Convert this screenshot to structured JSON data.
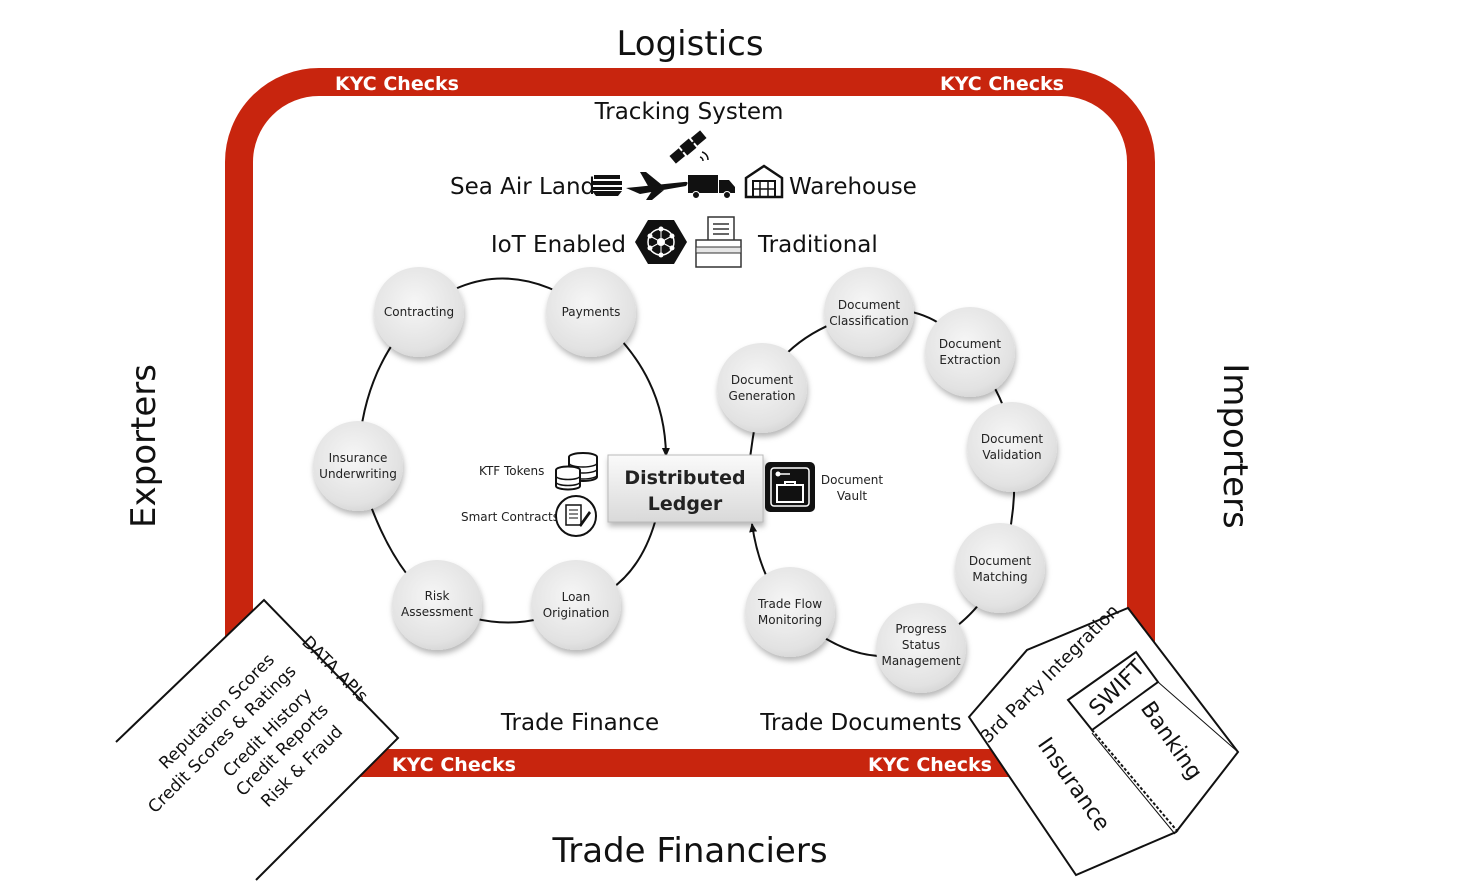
{
  "sides": {
    "top": "Logistics",
    "left": "Exporters",
    "right": "Importers",
    "bottom": "Trade Financiers"
  },
  "kyc": {
    "top_left": "KYC Checks",
    "top_right": "KYC Checks",
    "bottom_left": "KYC Checks",
    "bottom_right": "KYC Checks"
  },
  "logistics": {
    "tracking": "Tracking System",
    "transport": "Sea Air Land",
    "warehouse": "Warehouse",
    "iot": "IoT Enabled",
    "traditional": "Traditional"
  },
  "center": {
    "ledger_line1": "Distributed",
    "ledger_line2": "Ledger",
    "ktf_tokens": "KTF Tokens",
    "smart_contracts": "Smart Contracts",
    "vault_line1": "Document",
    "vault_line2": "Vault"
  },
  "trade_finance": {
    "title": "Trade Finance",
    "nodes": [
      {
        "id": "contracting",
        "lines": [
          "Contracting"
        ]
      },
      {
        "id": "payments",
        "lines": [
          "Payments"
        ]
      },
      {
        "id": "insurance-underwriting",
        "lines": [
          "Insurance",
          "Underwriting"
        ]
      },
      {
        "id": "risk-assessment",
        "lines": [
          "Risk",
          "Assessment"
        ]
      },
      {
        "id": "loan-origination",
        "lines": [
          "Loan",
          "Origination"
        ]
      }
    ]
  },
  "trade_documents": {
    "title": "Trade Documents",
    "nodes": [
      {
        "id": "document-classification",
        "lines": [
          "Document",
          "Classification"
        ]
      },
      {
        "id": "document-extraction",
        "lines": [
          "Document",
          "Extraction"
        ]
      },
      {
        "id": "document-generation",
        "lines": [
          "Document",
          "Generation"
        ]
      },
      {
        "id": "document-validation",
        "lines": [
          "Document",
          "Validation"
        ]
      },
      {
        "id": "document-matching",
        "lines": [
          "Document",
          "Matching"
        ]
      },
      {
        "id": "trade-flow-monitoring",
        "lines": [
          "Trade Flow",
          "Monitoring"
        ]
      },
      {
        "id": "progress-status-management",
        "lines": [
          "Progress",
          "Status",
          "Management"
        ]
      }
    ]
  },
  "data_apis": {
    "title": "DATA APIs",
    "items": [
      "Reputation Scores",
      "Credit Scores & Ratings",
      "Credit History",
      "Credit Reports",
      "Risk & Fraud"
    ]
  },
  "integration": {
    "title": "3rd Party Integration",
    "swift": "SWIFT",
    "banking": "Banking",
    "insurance": "Insurance"
  },
  "colors": {
    "frame_red": "#c8250e",
    "node_fill": "#e4e4e4"
  }
}
